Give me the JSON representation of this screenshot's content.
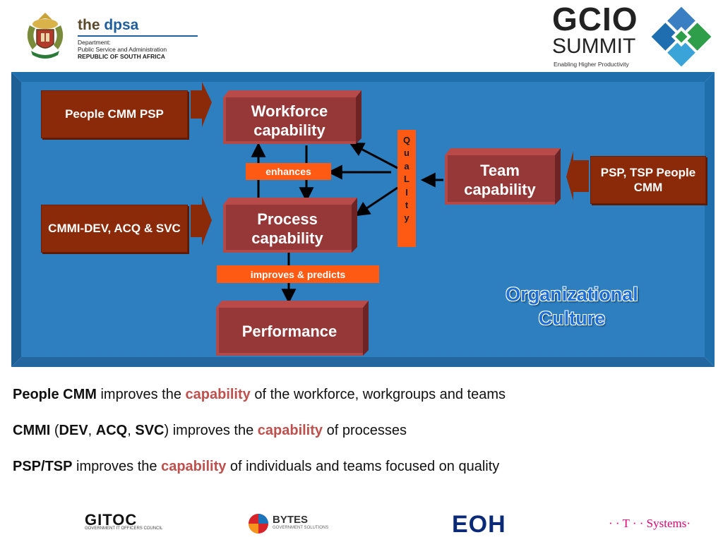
{
  "header": {
    "dpsa": {
      "name_prefix": "the ",
      "name_brand": "dpsa",
      "dept_line1": "Department:",
      "dept_line2": "Public Service and Administration",
      "dept_line3": "REPUBLIC OF SOUTH AFRICA"
    },
    "gcio": {
      "title": "GCIO",
      "subtitle": "SUMMIT",
      "tagline": "Enabling Higher Productivity"
    }
  },
  "diagram": {
    "people_cmm_psp": "People CMM PSP",
    "cmmi": "CMMI-DEV, ACQ & SVC",
    "workforce": "Workforce capability",
    "process": "Process capability",
    "performance": "Performance",
    "enhances": "enhances",
    "improves_predicts": "improves & predicts",
    "quality_letters": [
      "Q",
      "u",
      "a",
      "L",
      "I",
      "t",
      "y"
    ],
    "team": "Team capability",
    "psp_tsp": "PSP, TSP People CMM",
    "org_culture_line1": "Organizational",
    "org_culture_line2": "Culture"
  },
  "statements": [
    {
      "bold": "People CMM",
      "pre": " improves the ",
      "cap": "capability",
      "post": " of the workforce, workgroups and teams"
    },
    {
      "cmmi": "CMMI",
      "open": " (",
      "dev": "DEV",
      "c1": ", ",
      "acq": "ACQ",
      "c2": ", ",
      "svc": "SVC",
      "close": ") improves the ",
      "cap": "capability",
      "post": " of processes"
    },
    {
      "bold": "PSP/TSP",
      "pre": " improves the ",
      "cap": "capability",
      "post": " of individuals and teams focused on quality"
    }
  ],
  "footer": {
    "gitoc": "GITOC",
    "gitoc_sub": "GOVERNMENT IT OFFICERS COUNCIL",
    "bytes": "BYTES",
    "bytes_sub": "GOVERNMENT SOLUTIONS",
    "eoh": "EOH",
    "tsystems": "· · T · · Systems·"
  },
  "colors": {
    "panel_blue": "#2d7fc0",
    "dark_box": "#8b2a09",
    "red_box": "#963838",
    "orange_tag": "#ff5a14",
    "capability_text": "#c0504d",
    "org_culture_text": "#1f6fd2"
  }
}
